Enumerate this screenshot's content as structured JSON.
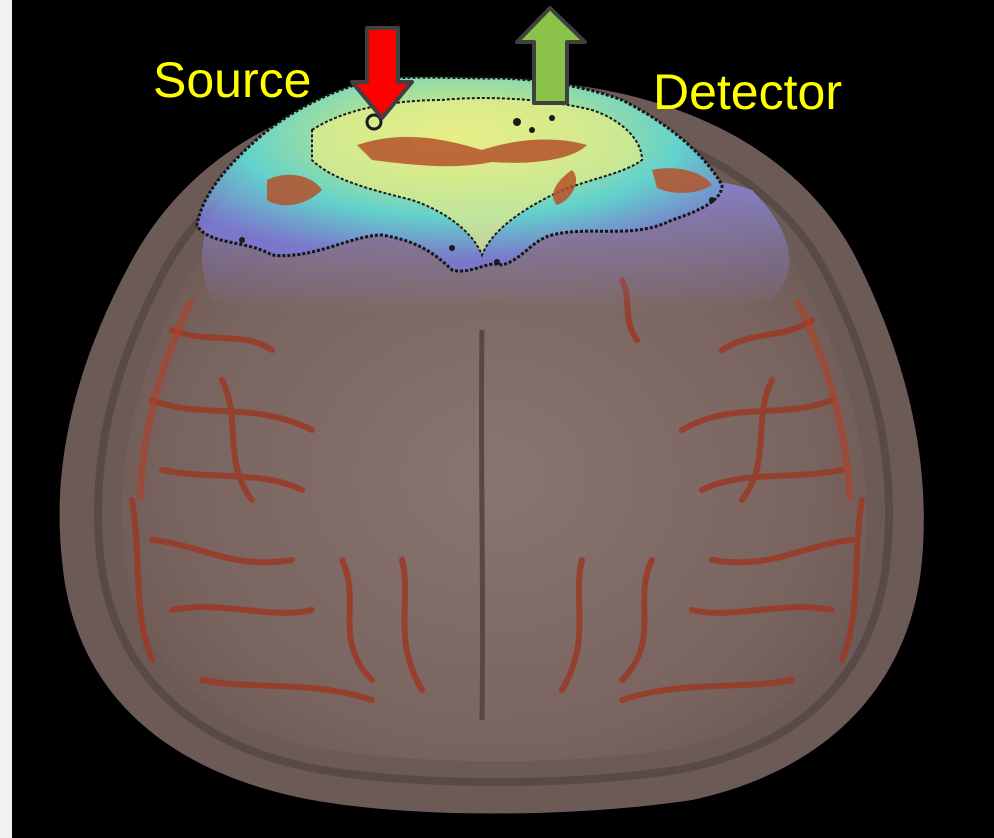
{
  "labels": {
    "source": "Source",
    "detector": "Detector"
  },
  "colors": {
    "background": "#000000",
    "label_text": "#ffff00",
    "source_arrow": "#ff0000",
    "detector_arrow": "#8bc34a",
    "arrow_outline": "#404040",
    "tissue": "#7d6763",
    "vessels": "#9a3a25",
    "sensitivity_high": "#e6f07a",
    "sensitivity_mid": "#66d6d0",
    "sensitivity_low": "#8c84d6"
  },
  "icons": {
    "source_arrow": "down-arrow",
    "detector_arrow": "up-arrow"
  }
}
